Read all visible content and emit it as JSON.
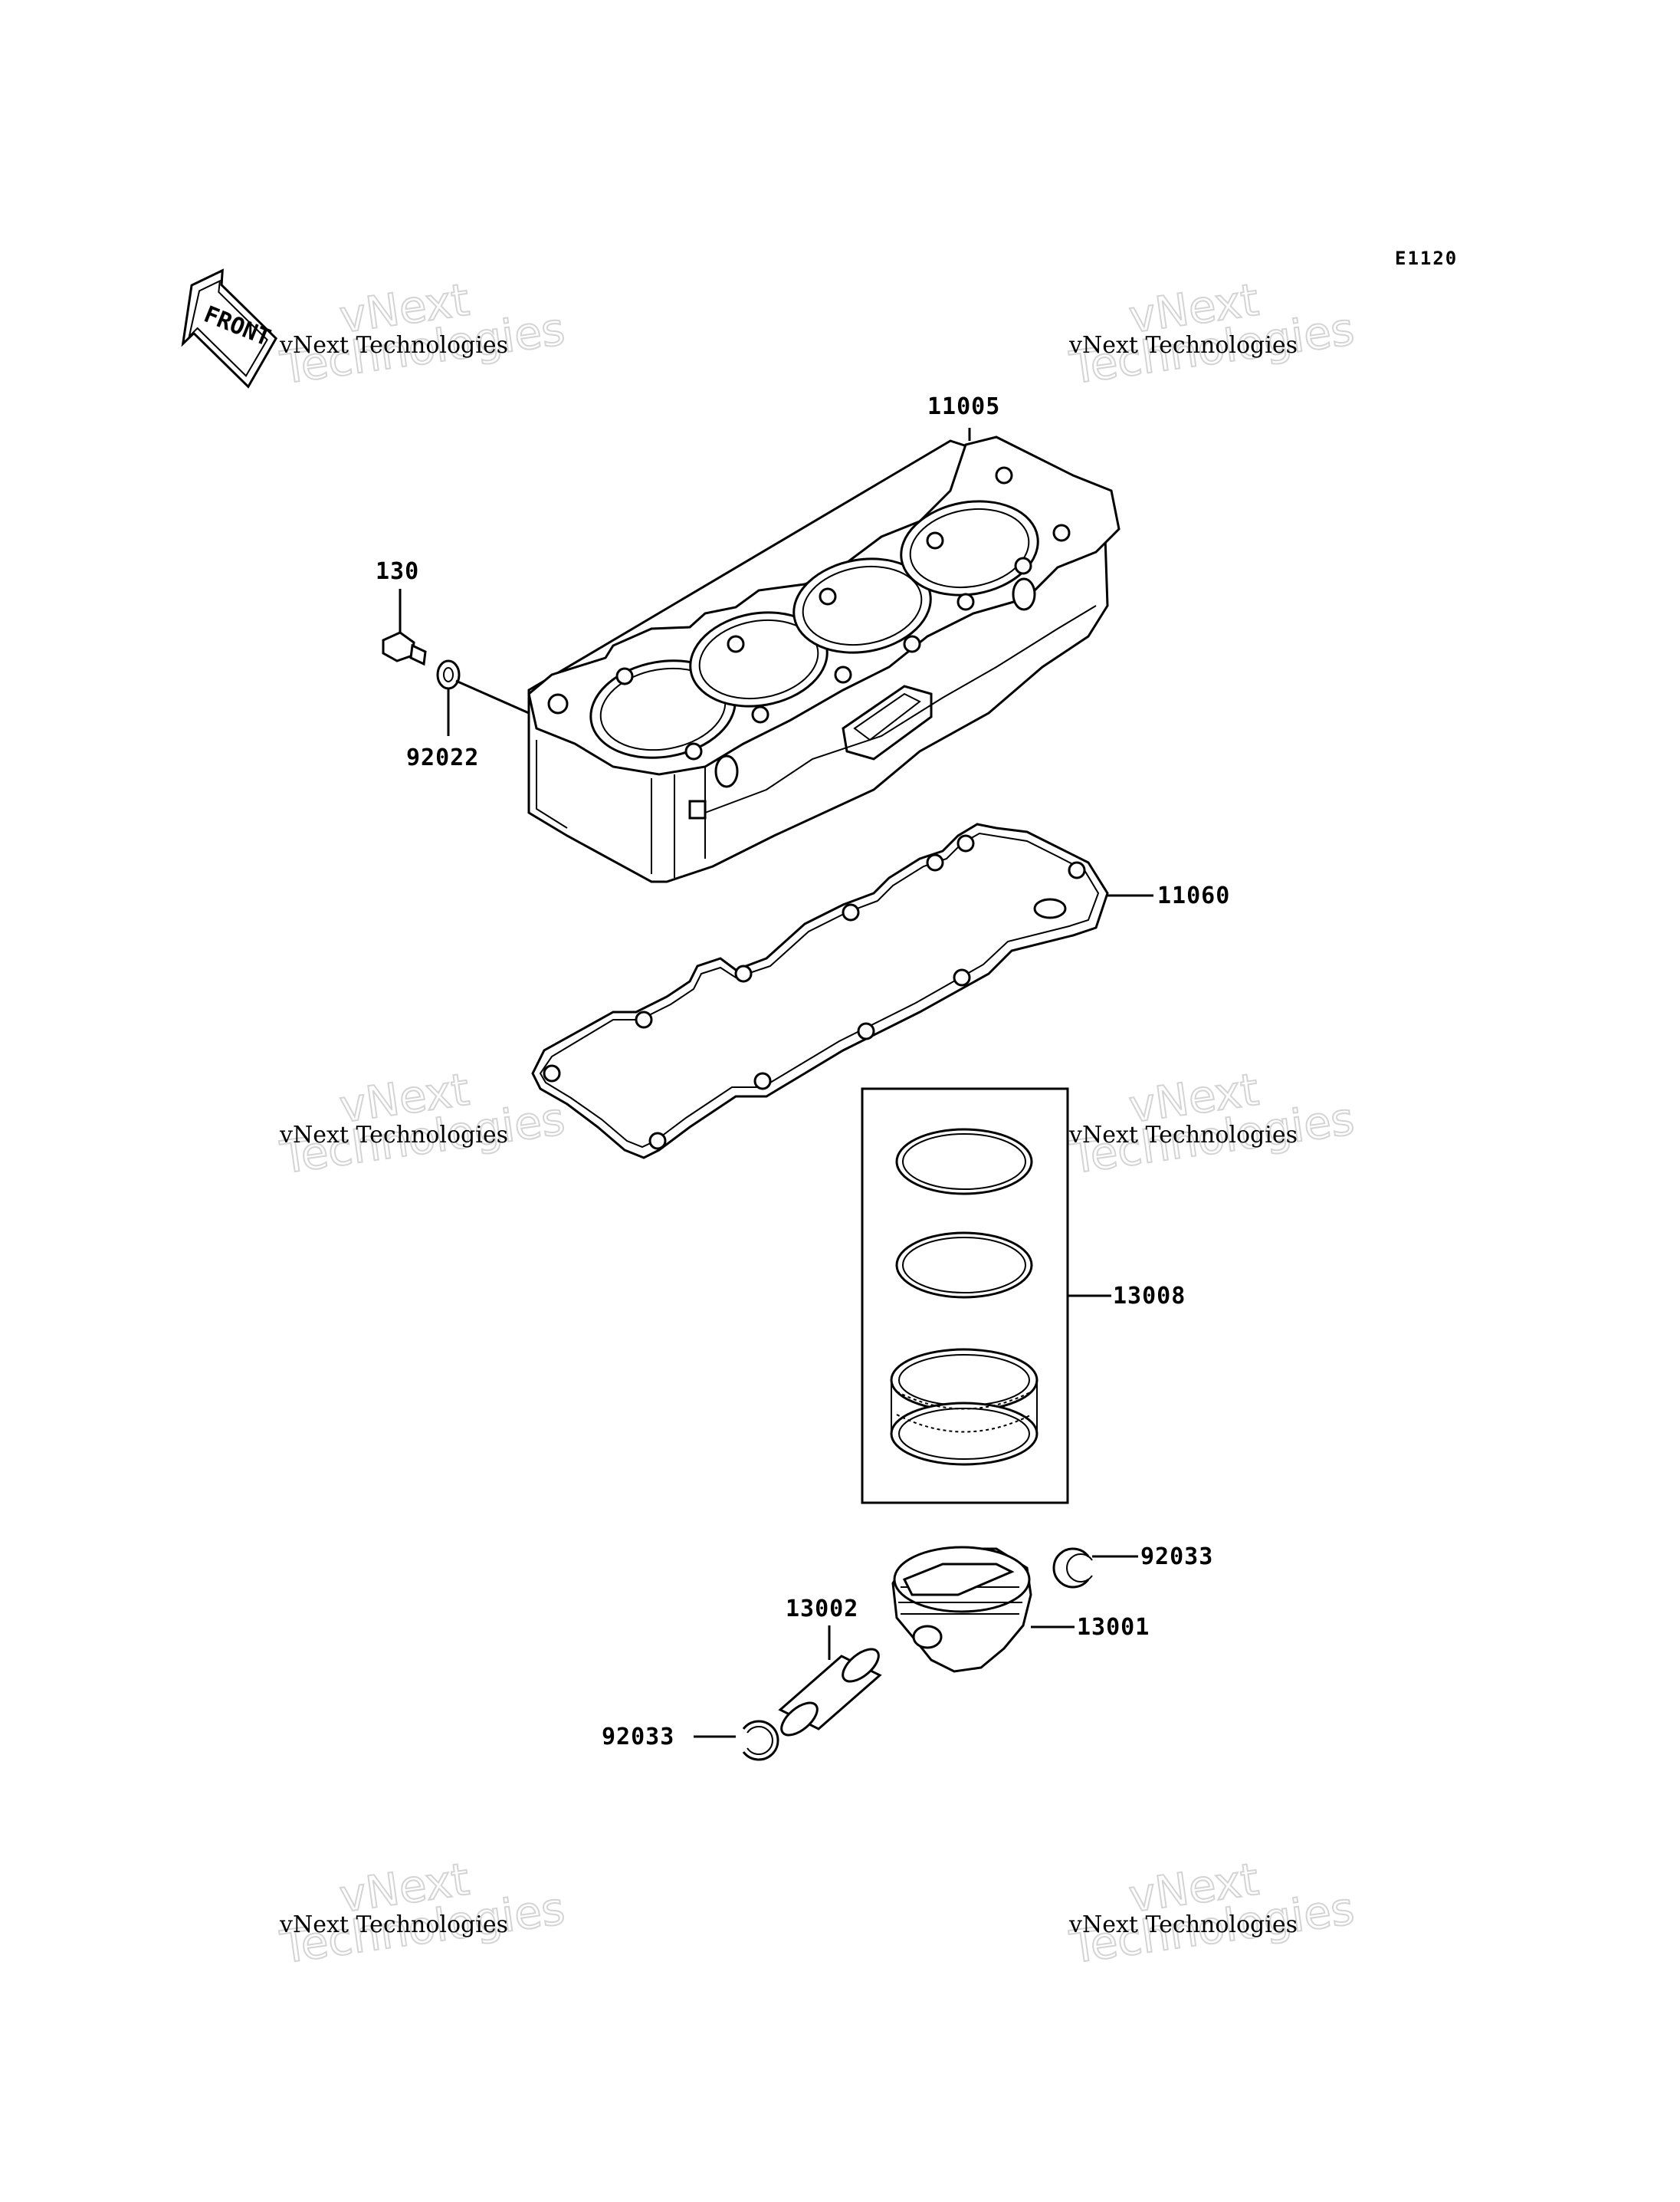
{
  "diagram": {
    "page_code": "E1120",
    "front_arrow_label": "FRONT",
    "watermark": {
      "line1": "vNext Technologies",
      "line2": "vNext",
      "line3": "Technologies"
    },
    "parts": [
      {
        "id": "cylinder",
        "label": "11005"
      },
      {
        "id": "bolt",
        "label": "130"
      },
      {
        "id": "washer",
        "label": "92022"
      },
      {
        "id": "gasket",
        "label": "11060"
      },
      {
        "id": "ring-set",
        "label": "13008"
      },
      {
        "id": "circlip-right",
        "label": "92033"
      },
      {
        "id": "piston",
        "label": "13001"
      },
      {
        "id": "piston-pin",
        "label": "13002"
      },
      {
        "id": "circlip-left",
        "label": "92033"
      }
    ]
  }
}
